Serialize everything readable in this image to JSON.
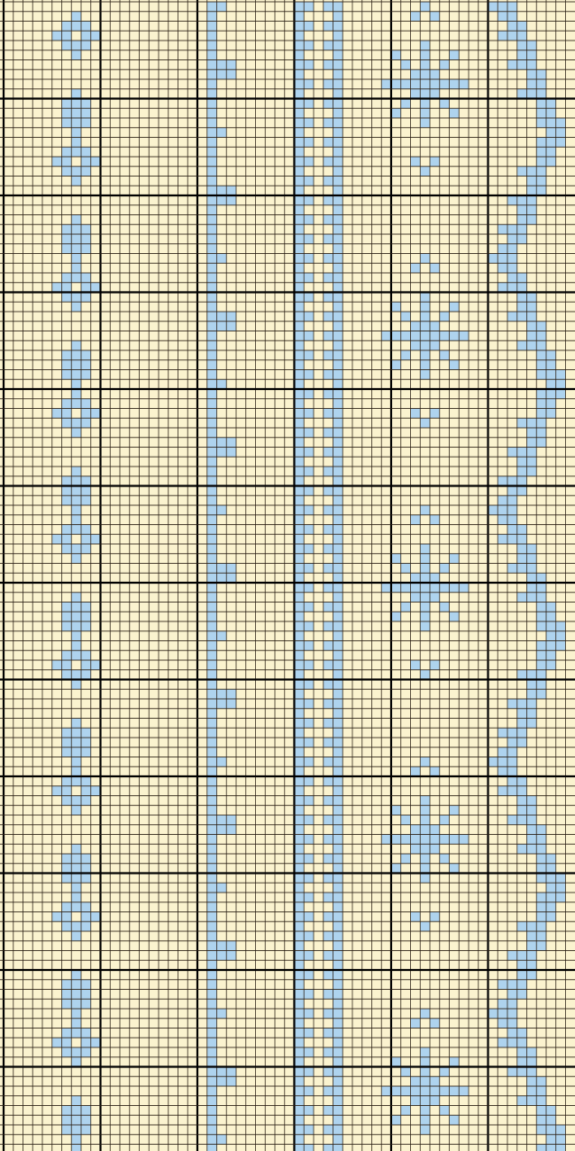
{
  "pattern": {
    "kind": "cross-stitch chart (knitting/embroidery grid)",
    "colors": {
      "background": "#fbf3cf",
      "stitch": "#aed3ee",
      "grid_minor": "#2a1f14",
      "grid_major": "#000000"
    },
    "grid": {
      "minor_every_cells": 1,
      "major_every_cells": 10
    },
    "motifs": [
      "diamond-column",
      "vertical-border-left",
      "double-vertical-bars",
      "snowflake-column",
      "zigzag-border-right"
    ]
  }
}
